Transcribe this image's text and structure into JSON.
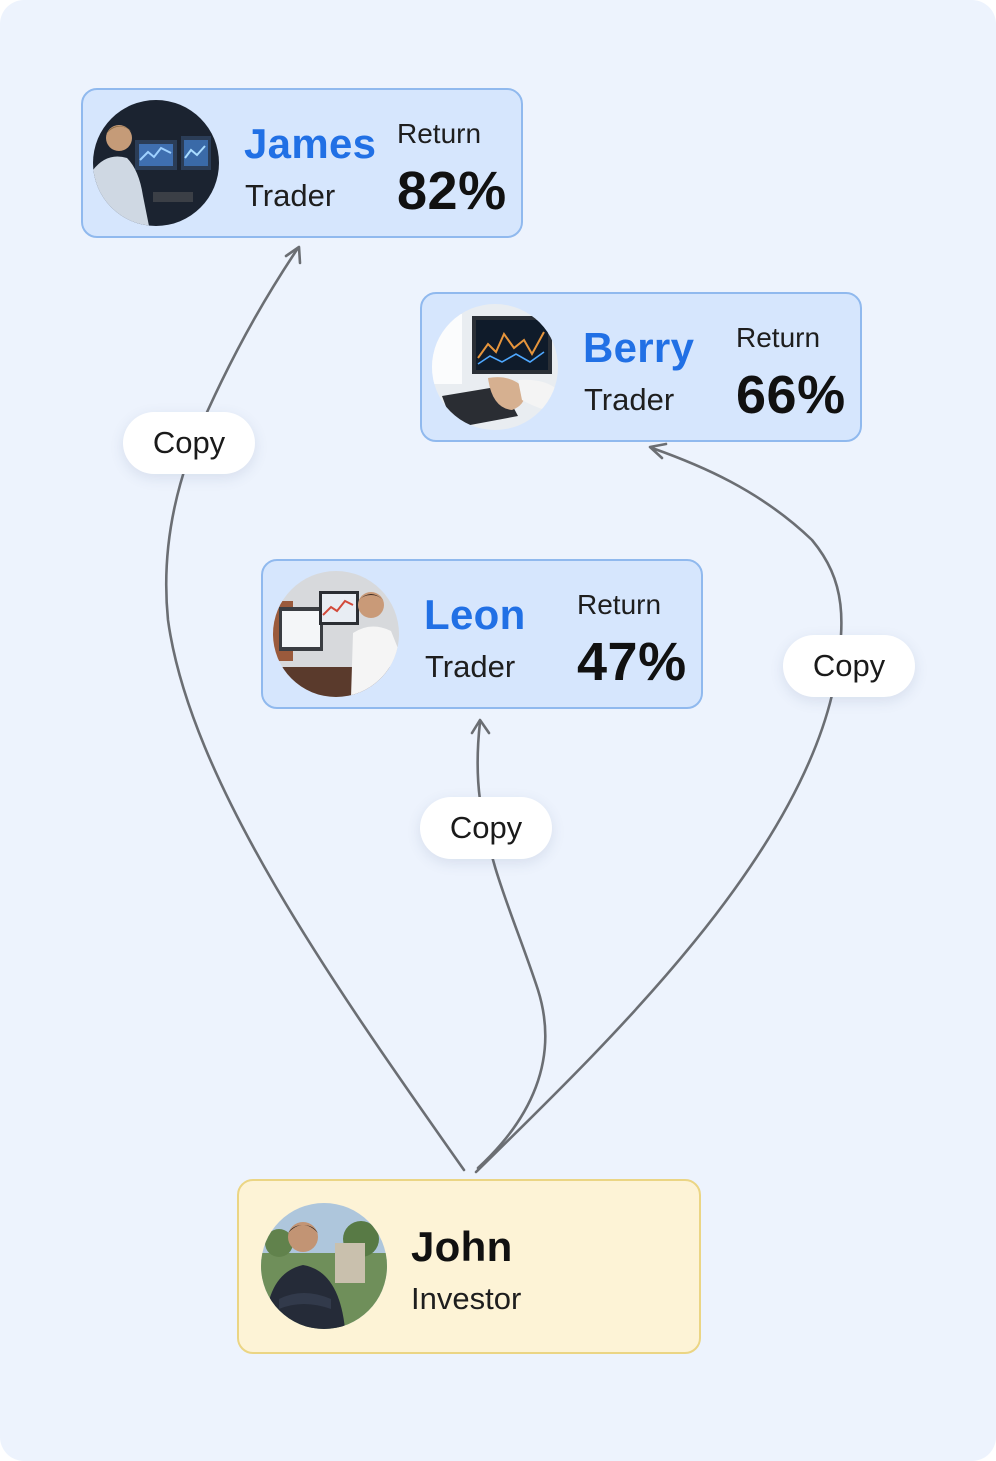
{
  "traders": [
    {
      "name": "James",
      "role": "Trader",
      "return_label": "Return",
      "return_value": "82%",
      "photo_icon": "trader-at-monitors-photo"
    },
    {
      "name": "Berry",
      "role": "Trader",
      "return_label": "Return",
      "return_value": "66%",
      "photo_icon": "hands-on-keyboard-photo"
    },
    {
      "name": "Leon",
      "role": "Trader",
      "return_label": "Return",
      "return_value": "47%",
      "photo_icon": "trader-desk-photo"
    }
  ],
  "investor": {
    "name": "John",
    "role": "Investor",
    "photo_icon": "investor-portrait-photo"
  },
  "connectors": [
    {
      "from": "John",
      "to": "James",
      "label": "Copy"
    },
    {
      "from": "John",
      "to": "Berry",
      "label": "Copy"
    },
    {
      "from": "John",
      "to": "Leon",
      "label": "Copy"
    }
  ],
  "colors": {
    "background": "#edf3fd",
    "trader_card": "#d6e6fd",
    "trader_border": "#90b9ee",
    "investor_card": "#fdf3d6",
    "investor_border": "#ebd584",
    "accent": "#2170e5",
    "line": "#6b6e73"
  }
}
